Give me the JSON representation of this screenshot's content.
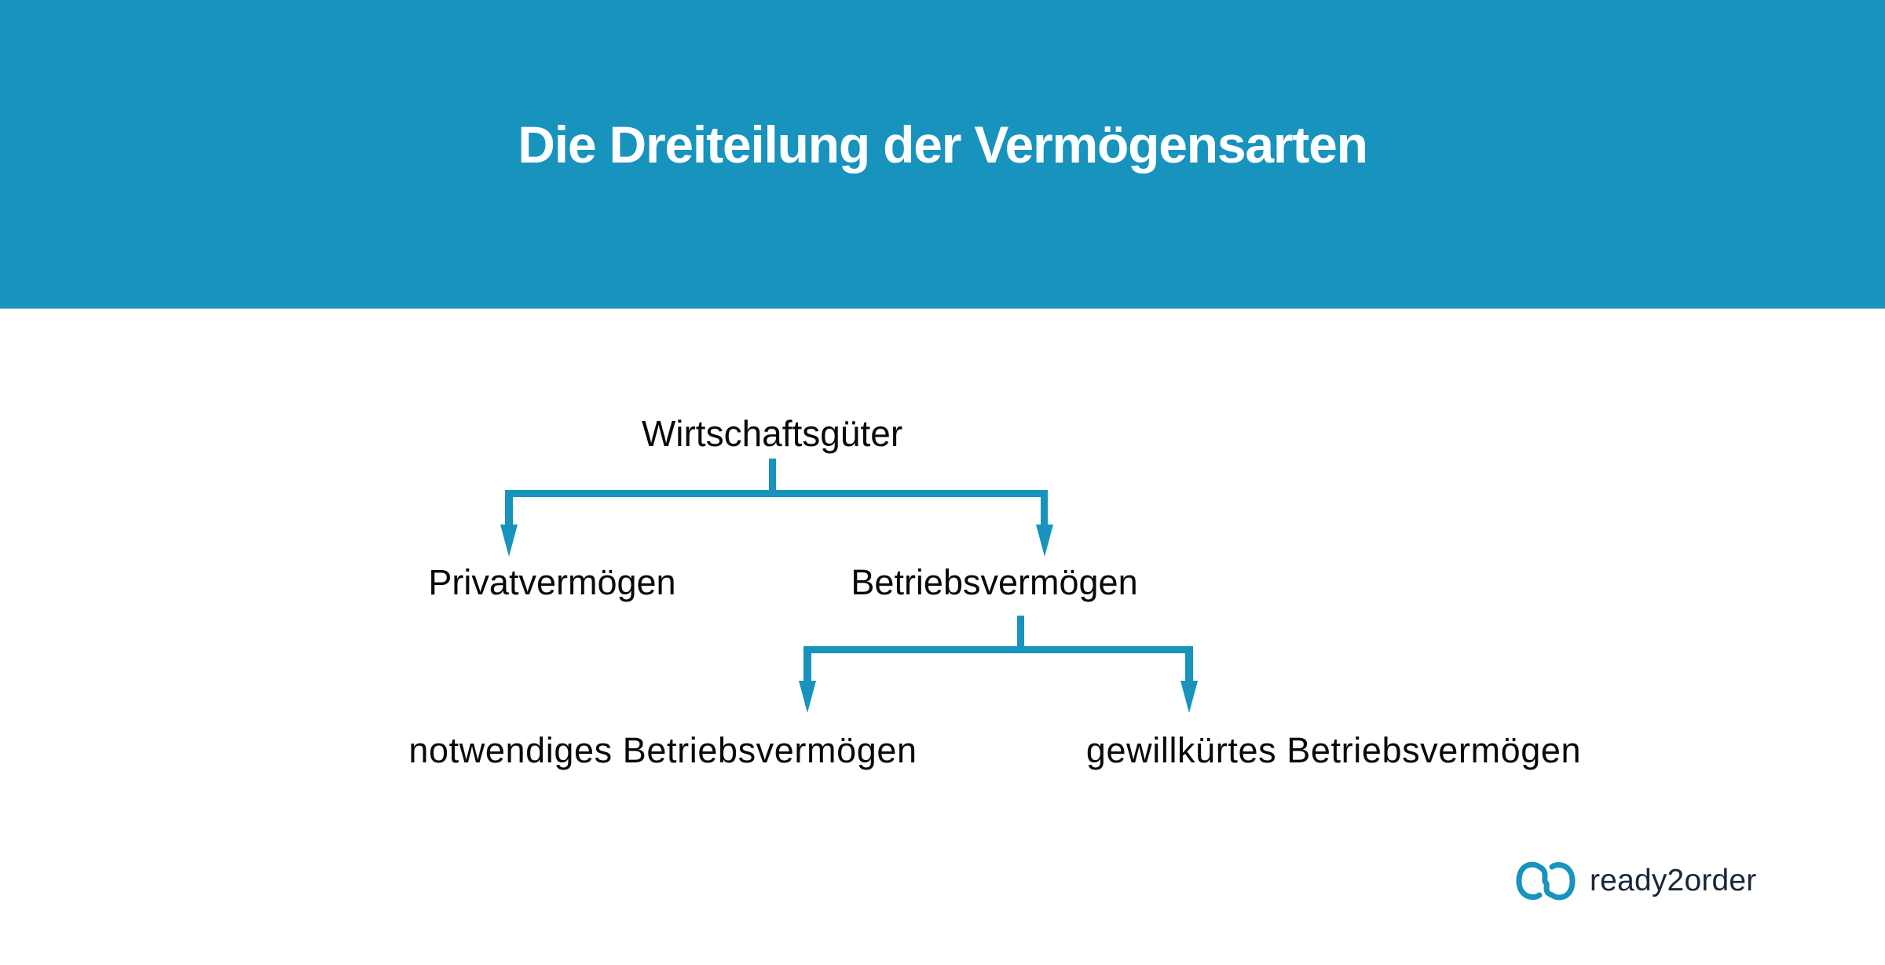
{
  "header": {
    "title": "Die Dreiteilung der Vermögensarten",
    "background_color": "#1793be",
    "text_color": "#ffffff"
  },
  "diagram": {
    "type": "tree",
    "connector_color": "#1793be",
    "root": {
      "label": "Wirtschaftsgüter",
      "children": [
        {
          "label": "Privatvermögen"
        },
        {
          "label": "Betriebsvermögen",
          "children": [
            {
              "label": "notwendiges Betriebsvermögen"
            },
            {
              "label": "gewillkürtes Betriebsvermögen"
            }
          ]
        }
      ]
    }
  },
  "nodes": {
    "root": "Wirtschaftsgüter",
    "private": "Privatvermögen",
    "business": "Betriebsvermögen",
    "necessary": "notwendiges Betriebsvermögen",
    "optional": "gewillkürtes Betriebsvermögen"
  },
  "logo": {
    "icon": "ready2order-logo-icon",
    "text": "ready2order",
    "icon_color": "#1793be",
    "text_color": "#17283a"
  }
}
